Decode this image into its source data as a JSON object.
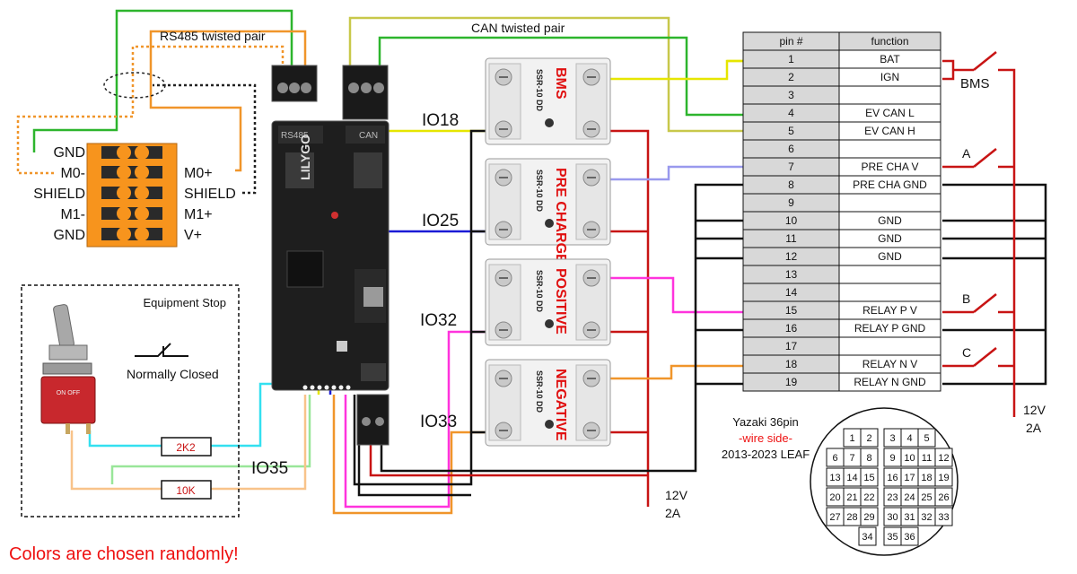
{
  "labels": {
    "rs485_pair": "RS485 twisted pair",
    "can_pair": "CAN twisted pair",
    "equipment_stop": "Equipment Stop",
    "normally_closed": "Normally Closed",
    "colors_note": "Colors are chosen randomly!",
    "bms": "BMS",
    "supply_left": [
      "12V",
      "2A"
    ],
    "supply_right": [
      "12V",
      "2A"
    ],
    "connector": [
      "Yazaki 36pin",
      "-wire side-",
      "2013-2023 LEAF"
    ]
  },
  "terminal_block": {
    "left": [
      "GND",
      "M0-",
      "SHIELD",
      "M1-",
      "GND"
    ],
    "right": [
      "M0+",
      "SHIELD",
      "M1+",
      "V+"
    ]
  },
  "resistors": [
    "2K2",
    "10K"
  ],
  "io_labels": [
    "IO18",
    "IO25",
    "IO32",
    "IO33",
    "IO35"
  ],
  "relays": [
    {
      "title": "BMS",
      "model": "SSR-10 DD"
    },
    {
      "title": "PRE CHARGE",
      "model": "SSR-10 DD"
    },
    {
      "title": "POSITIVE",
      "model": "SSR-10 DD"
    },
    {
      "title": "NEGATIVE",
      "model": "SSR-10 DD"
    }
  ],
  "board": {
    "brand": "LILYGO",
    "rs485": "RS485",
    "can": "CAN"
  },
  "pin_table": {
    "headers": [
      "pin #",
      "function"
    ],
    "rows": [
      [
        "1",
        "BAT"
      ],
      [
        "2",
        "IGN"
      ],
      [
        "3",
        ""
      ],
      [
        "4",
        "EV CAN L"
      ],
      [
        "5",
        "EV CAN H"
      ],
      [
        "6",
        ""
      ],
      [
        "7",
        "PRE CHA V"
      ],
      [
        "8",
        "PRE CHA GND"
      ],
      [
        "9",
        ""
      ],
      [
        "10",
        "GND"
      ],
      [
        "11",
        "GND"
      ],
      [
        "12",
        "GND"
      ],
      [
        "13",
        ""
      ],
      [
        "14",
        ""
      ],
      [
        "15",
        "RELAY P V"
      ],
      [
        "16",
        "RELAY P GND"
      ],
      [
        "17",
        ""
      ],
      [
        "18",
        "RELAY N V"
      ],
      [
        "19",
        "RELAY N GND"
      ]
    ]
  },
  "switch_labels": [
    "A",
    "B",
    "C"
  ],
  "connector_pins": [
    [
      "1",
      "2",
      "3",
      "4",
      "5"
    ],
    [
      "6",
      "7",
      "8",
      "9",
      "10",
      "11",
      "12"
    ],
    [
      "13",
      "14",
      "15",
      "16",
      "17",
      "18",
      "19"
    ],
    [
      "20",
      "21",
      "22",
      "23",
      "24",
      "25",
      "26"
    ],
    [
      "27",
      "28",
      "29",
      "30",
      "31",
      "32",
      "33"
    ],
    [
      "34",
      "35",
      "36"
    ]
  ]
}
